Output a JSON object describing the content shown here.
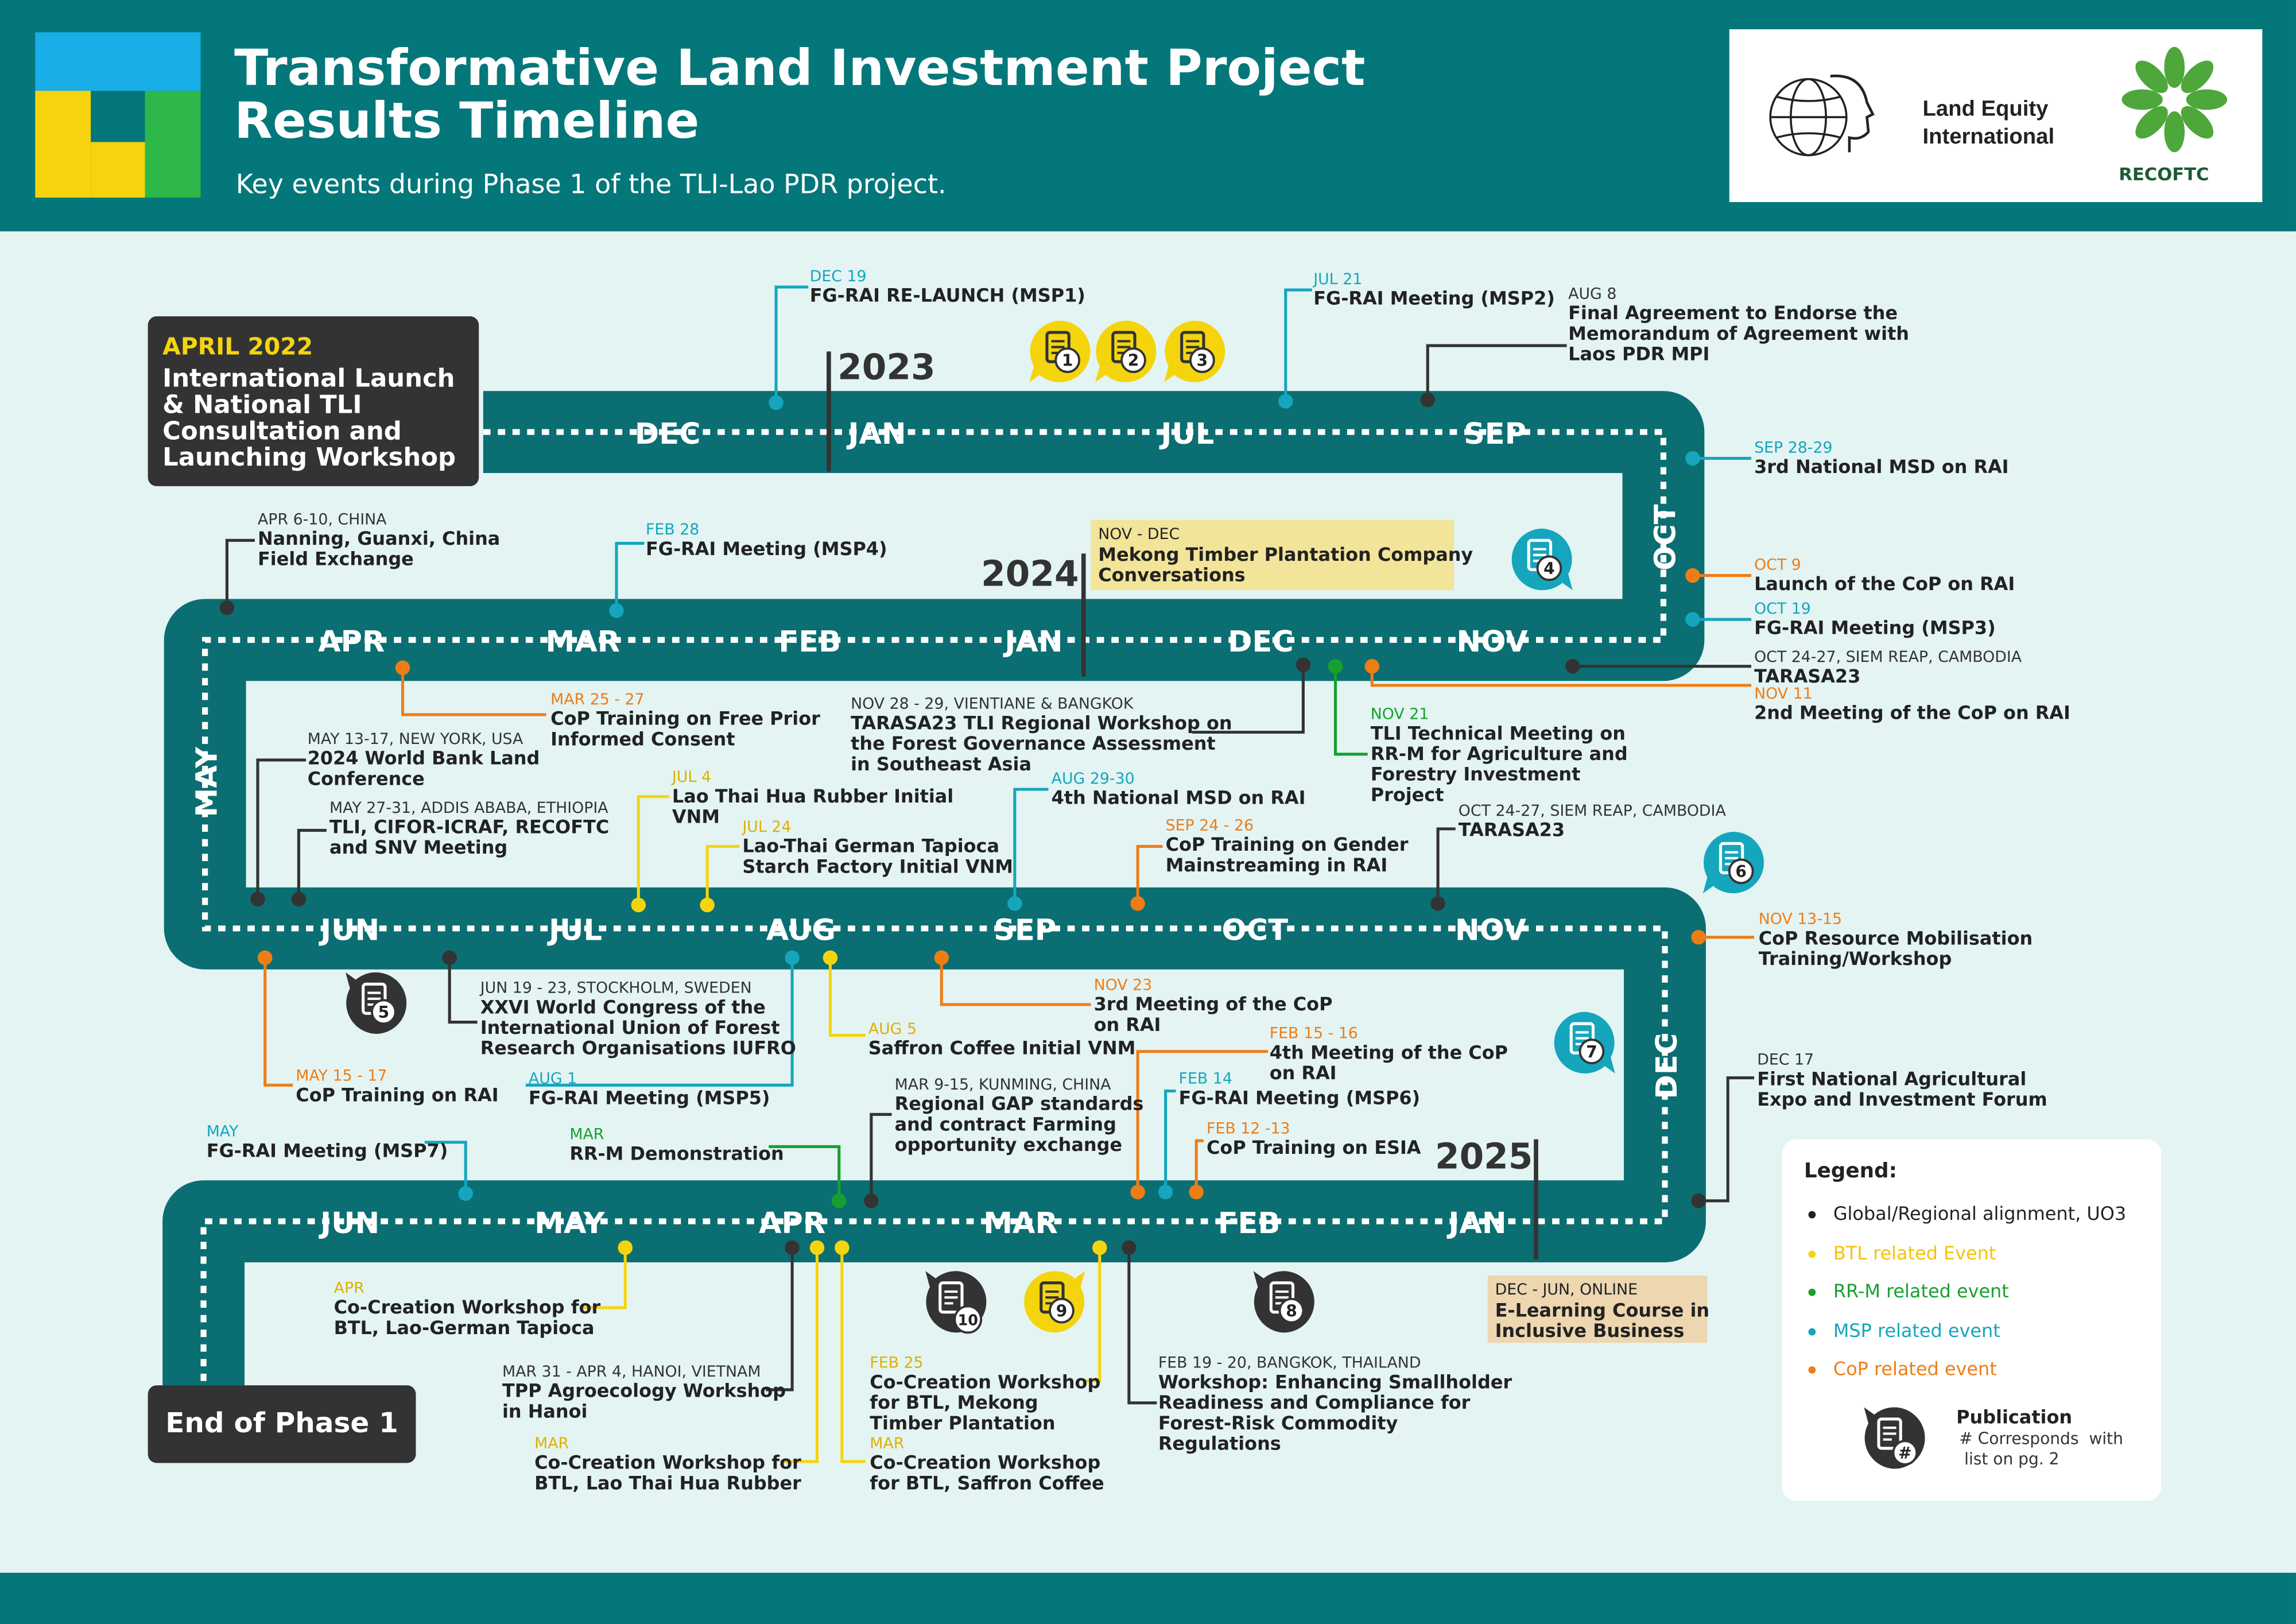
{
  "header": {
    "title_line1": "Transformative Land Investment Project",
    "title_line2": "Results Timeline",
    "subtitle": "Key events during Phase 1 of the TLI-Lao PDR project.",
    "partner1": "Land Equity\nInternational",
    "partner2": "RECOFTC"
  },
  "colors": {
    "teal": "#04777a",
    "road": "#0b6e72",
    "bg": "#e3f4f3",
    "black_event": "#333333",
    "btl": "#f4d50d",
    "rrm": "#18a02f",
    "msp": "#15a6bd",
    "cop": "#ef7d15"
  },
  "start": {
    "date": "APRIL 2022",
    "title": "International Launch & National TLI Consultation and Launching Workshop"
  },
  "end": {
    "label": "End of Phase 1"
  },
  "years": {
    "y2023": "2023",
    "y2024": "2024",
    "y2025": "2025"
  },
  "months": {
    "row1": [
      "DEC",
      "JAN",
      "JUL",
      "SEP"
    ],
    "right1": "OCT",
    "row2": [
      "APR",
      "MAR",
      "FEB",
      "JAN",
      "DEC",
      "NOV"
    ],
    "left": "MAY",
    "row3": [
      "JUN",
      "JUL",
      "AUG",
      "SEP",
      "OCT",
      "NOV"
    ],
    "right2": "DEC",
    "row4": [
      "JUN",
      "MAY",
      "APR",
      "MAR",
      "FEB",
      "JAN"
    ]
  },
  "events": [
    {
      "date": "DEC 19",
      "title": "FG-RAI RE-LAUNCH (MSP1)"
    },
    {
      "date": "JUL 21",
      "title": "FG-RAI Meeting (MSP2)"
    },
    {
      "date": "AUG 8",
      "title": "Final Agreement to Endorse the\nMemorandum of Agreement with\nLaos PDR MPI"
    },
    {
      "date": "SEP 28-29",
      "title": "3rd National MSD on RAI"
    },
    {
      "date": "OCT 9",
      "title": "Launch of the CoP on RAI"
    },
    {
      "date": "OCT 19",
      "title": "FG-RAI Meeting  (MSP3)"
    },
    {
      "date": "OCT 24-27, SIEM REAP, CAMBODIA",
      "title": "TARASA23"
    },
    {
      "date": "NOV 11",
      "title": "2nd Meeting of the CoP on RAI"
    },
    {
      "date": "APR 6-10, CHINA",
      "title": "Nanning, Guanxi, China\nField Exchange"
    },
    {
      "date": "FEB 28",
      "title": "FG-RAI Meeting (MSP4)"
    },
    {
      "date": "NOV - DEC",
      "title": "Mekong Timber Plantation Company\nConversations"
    },
    {
      "date": "MAR 25 - 27",
      "title": "CoP Training on Free Prior\nInformed Consent"
    },
    {
      "date": "NOV 28 - 29, VIENTIANE & BANGKOK",
      "title": "TARASA23 TLI Regional Workshop on\nthe Forest Governance Assessment\nin Southeast Asia"
    },
    {
      "date": "NOV 21",
      "title": "TLI Technical Meeting on\nRR-M for Agriculture and\nForestry Investment\nProject"
    },
    {
      "date": "MAY 13-17, NEW YORK, USA",
      "title": "2024 World Bank Land\nConference"
    },
    {
      "date": "MAY 27-31, ADDIS ABABA, ETHIOPIA",
      "title": "TLI, CIFOR-ICRAF, RECOFTC\nand SNV Meeting"
    },
    {
      "date": "JUL 4",
      "title": "Lao Thai Hua Rubber Initial\nVNM"
    },
    {
      "date": "JUL 24",
      "title": "Lao-Thai German Tapioca\nStarch Factory Initial VNM"
    },
    {
      "date": "AUG 29-30",
      "title": "4th National MSD on RAI"
    },
    {
      "date": "SEP 24 - 26",
      "title": "CoP Training on Gender\nMainstreaming in RAI"
    },
    {
      "date": "OCT 24-27, SIEM REAP, CAMBODIA",
      "title": "TARASA23"
    },
    {
      "date": "NOV 13-15",
      "title": "CoP Resource Mobilisation\nTraining/Workshop"
    },
    {
      "date": "JUN 19 - 23, STOCKHOLM, SWEDEN",
      "title": "XXVI World Congress of the\nInternational Union of Forest\nResearch Organisations IUFRO"
    },
    {
      "date": "AUG 5",
      "title": "Saffron Coffee Initial VNM"
    },
    {
      "date": "NOV 23",
      "title": "3rd Meeting of the CoP\non RAI"
    },
    {
      "date": "MAY 15 - 17",
      "title": "CoP Training on RAI"
    },
    {
      "date": "AUG 1",
      "title": "FG-RAI Meeting (MSP5)"
    },
    {
      "date": "FEB 15 - 16",
      "title": "4th Meeting of the CoP\non RAI"
    },
    {
      "date": "FEB 14",
      "title": "FG-RAI Meeting (MSP6)"
    },
    {
      "date": "MAR 9-15, KUNMING, CHINA",
      "title": "Regional GAP standards\nand contract Farming\nopportunity exchange"
    },
    {
      "date": "FEB 12 -13",
      "title": "CoP Training on ESIA"
    },
    {
      "date": "DEC 17",
      "title": "First National Agricultural\nExpo and Investment Forum"
    },
    {
      "date": "MAY",
      "title": "FG-RAI Meeting (MSP7)"
    },
    {
      "date": "MAR",
      "title": "RR-M Demonstration"
    },
    {
      "date": "APR",
      "title": "Co-Creation Workshop for\nBTL, Lao-German Tapioca"
    },
    {
      "date": "DEC - JUN, ONLINE",
      "title": "E-Learning Course in\nInclusive Business"
    },
    {
      "date": "MAR 31 - APR 4, HANOI, VIETNAM",
      "title": "TPP Agroecology Workshop\nin Hanoi"
    },
    {
      "date": "MAR",
      "title": "Co-Creation Workshop for\nBTL, Lao Thai Hua Rubber"
    },
    {
      "date": "FEB 25",
      "title": "Co-Creation Workshop\nfor BTL, Mekong\nTimber Plantation"
    },
    {
      "date": "MAR",
      "title": "Co-Creation Workshop\nfor BTL, Saffron Coffee"
    },
    {
      "date": "FEB 19 - 20, BANGKOK, THAILAND",
      "title": "Workshop: Enhancing Smallholder\nReadiness and Compliance for\nForest-Risk Commodity\nRegulations"
    }
  ],
  "publications": [
    "1",
    "2",
    "3",
    "4",
    "5",
    "6",
    "7",
    "8",
    "9",
    "10"
  ],
  "legend": {
    "title": "Legend:",
    "items": [
      "Global/Regional alignment, UO3",
      "BTL related Event",
      "RR-M related event",
      "MSP related event",
      "CoP related event"
    ],
    "pub_title": "Publication",
    "pub_note": "# Corresponds  with\n list on pg. 2",
    "pub_symbol": "#"
  }
}
